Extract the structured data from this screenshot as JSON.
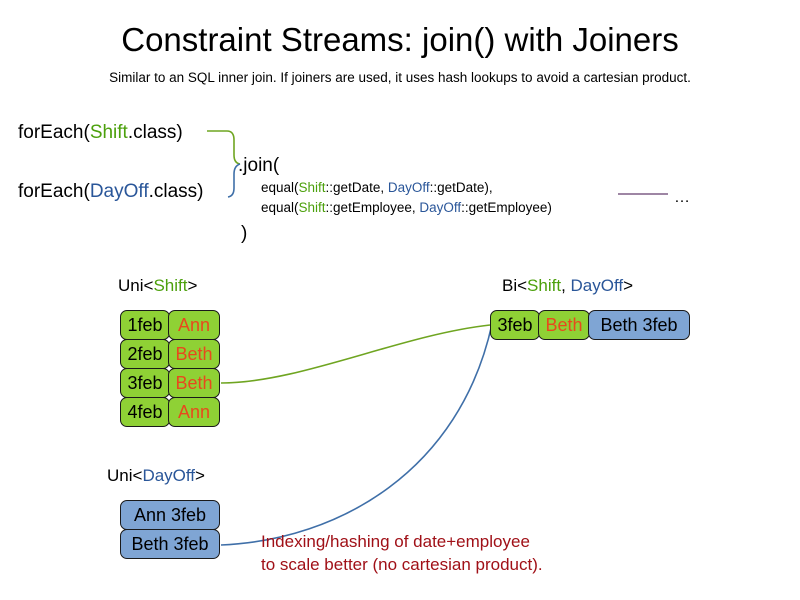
{
  "slide": {
    "title": "Constraint Streams: join() with Joiners",
    "subtitle": "Similar to an SQL inner join. If joiners are used, it uses hash lookups to avoid a cartesian product."
  },
  "code": {
    "foreach_shift": {
      "prefix": "forEach(",
      "class": "Shift",
      "suffix": ".class)"
    },
    "foreach_dayoff": {
      "prefix": "forEach(",
      "class": "DayOff",
      "suffix": ".class)"
    },
    "join_open": ".join(",
    "joiners": [
      {
        "prefix": "equal(",
        "left_class": "Shift",
        "left_method": "::getDate, ",
        "right_class": "DayOff",
        "right_method": "::getDate),"
      },
      {
        "prefix": "equal(",
        "left_class": "Shift",
        "left_method": "::getEmployee, ",
        "right_class": "DayOff",
        "right_method": "::getEmployee)"
      }
    ],
    "join_close": ")",
    "ellipsis": "…"
  },
  "streams": {
    "uni_shift": {
      "label_prefix": "Uni<",
      "label_class": "Shift",
      "label_suffix": ">",
      "rows": [
        {
          "date": "1feb",
          "employee": "Ann"
        },
        {
          "date": "2feb",
          "employee": "Beth"
        },
        {
          "date": "3feb",
          "employee": "Beth"
        },
        {
          "date": "4feb",
          "employee": "Ann"
        }
      ]
    },
    "uni_dayoff": {
      "label_prefix": "Uni<",
      "label_class": "DayOff",
      "label_suffix": ">",
      "rows": [
        {
          "text": "Ann 3feb"
        },
        {
          "text": "Beth 3feb"
        }
      ]
    },
    "bi": {
      "label_prefix": "Bi<",
      "label_class_a": "Shift",
      "label_sep": ", ",
      "label_class_b": "DayOff",
      "label_suffix": ">",
      "row": {
        "date": "3feb",
        "employee": "Beth",
        "dayoff": "Beth 3feb"
      }
    }
  },
  "annotation": {
    "line1": "Indexing/hashing of date+employee",
    "line2": "to scale better (no cartesian product)."
  },
  "colors": {
    "shift_green": "#4ca00c",
    "dayoff_blue": "#2a5699",
    "cell_green": "#8fd135",
    "cell_blue": "#7fa5d4",
    "employee_orange": "#e8491d",
    "annotation_red": "#a01017",
    "connector_green": "#6fa521",
    "connector_blue": "#3f6fa8",
    "divider_purple": "#7e5f86"
  }
}
